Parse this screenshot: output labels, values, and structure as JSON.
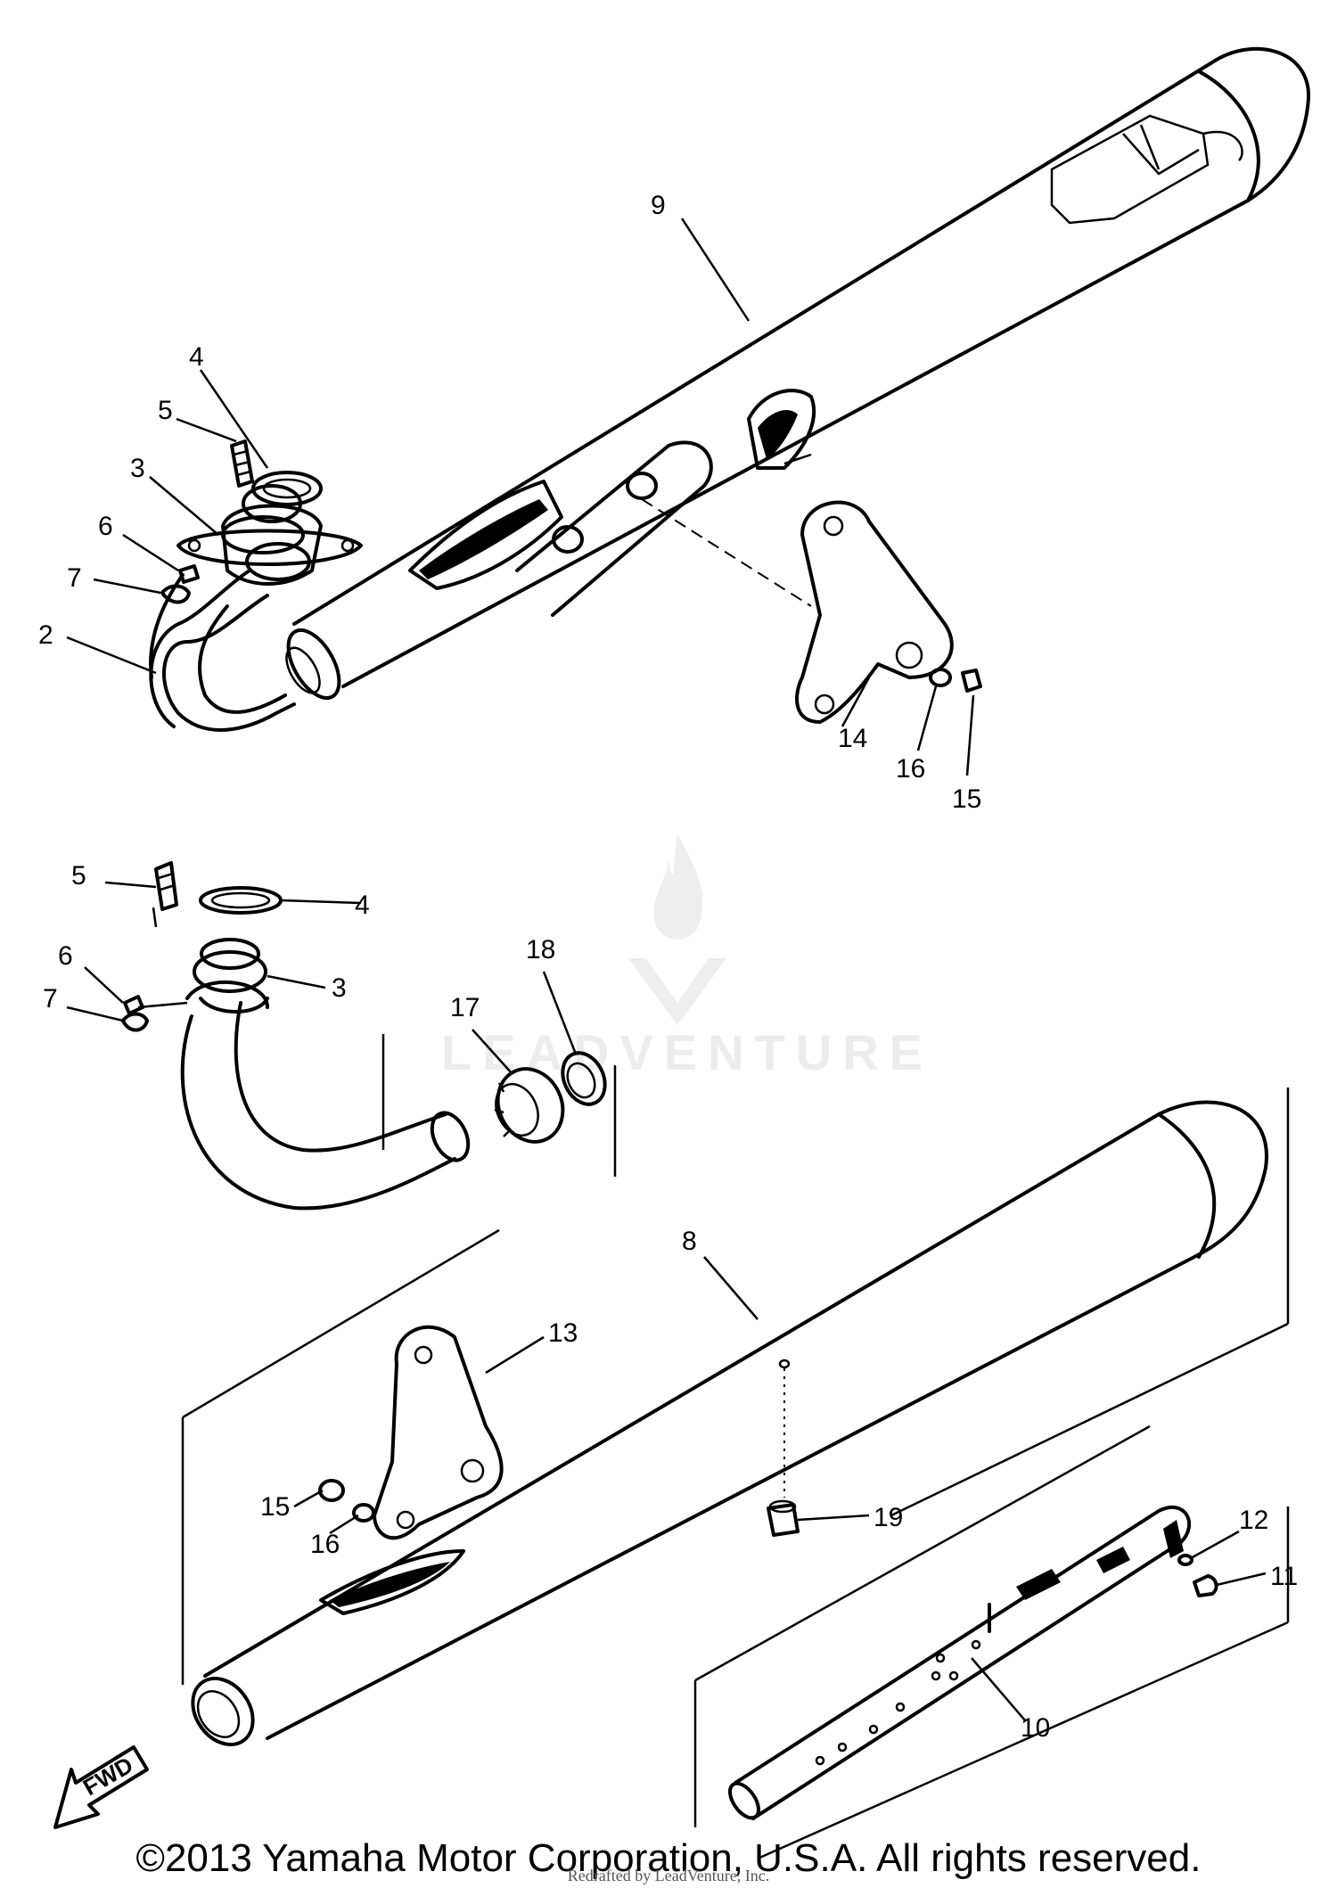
{
  "diagram": {
    "callouts": {
      "c9": "9",
      "c4a": "4",
      "c5a": "5",
      "c3a": "3",
      "c6a": "6",
      "c7a": "7",
      "c2": "2",
      "c14": "14",
      "c16a": "16",
      "c15a": "15",
      "c5b": "5",
      "c4b": "4",
      "c6b": "6",
      "c7b": "7",
      "c3b": "3",
      "c17": "17",
      "c18": "18",
      "c8": "8",
      "c13": "13",
      "c15b": "15",
      "c16b": "16",
      "c19": "19",
      "c12": "12",
      "c11": "11",
      "c10": "10"
    },
    "fwd_label": "FWD"
  },
  "watermark": {
    "text": "LEADVENTURE"
  },
  "footer": {
    "copyright": "©2013 Yamaha Motor Corporation, U.S.A. All rights reserved.",
    "credit": "Redrafted by LeadVenture, Inc."
  }
}
